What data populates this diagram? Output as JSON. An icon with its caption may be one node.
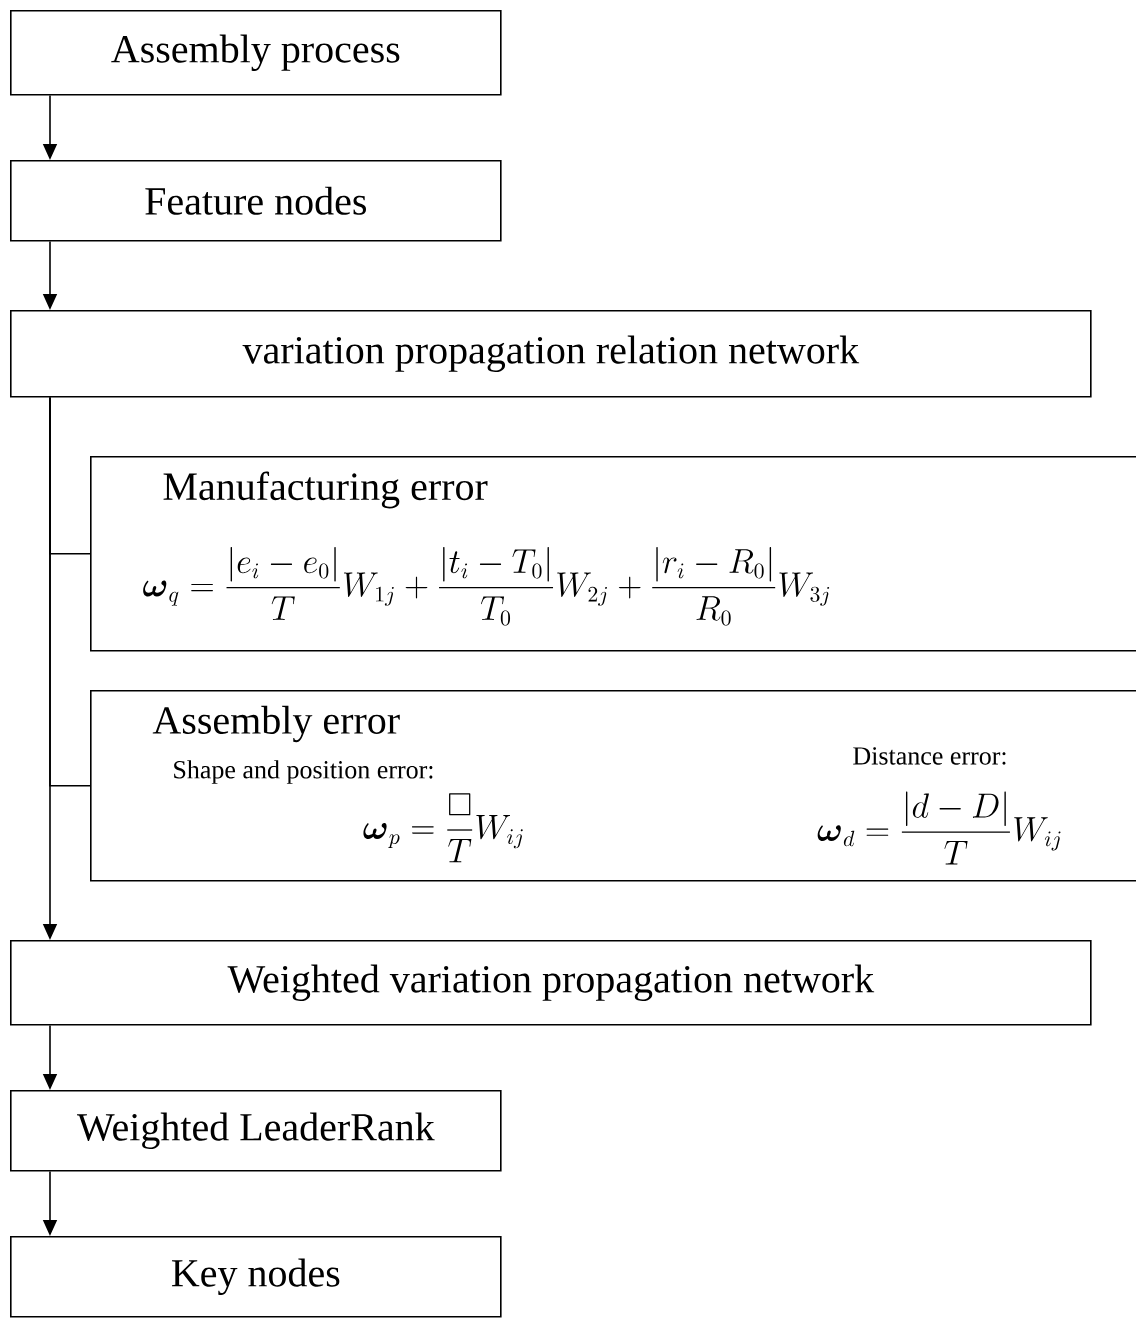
{
  "diagram": {
    "nodes": [
      {
        "text": [
          "Assembly process"
        ]
      },
      {
        "text": [
          "Feature nodes"
        ]
      },
      {
        "text": [
          "variation propagation relation network"
        ]
      },
      {
        "text": [
          "Manufacturing error",
          "\\boldsymbol{\\omega}_q = \\frac{\\left|e_i - e_0\\right|}{T} W_{1j} + \\frac{\\left|t_i - T_0\\right|}{T_0} W_{2j} + \\frac{\\left|r_i - R_0\\right|}{R_0} W_{3j}"
        ]
      },
      {
        "text": [
          "Assembly error",
          "Shape and position error:",
          "\\boldsymbol{\\omega}_p = \\frac{\\square}{T} W_{ij}",
          "Distance error:",
          "\\boldsymbol{\\omega}_d = \\frac{\\left|d - D\\right|}{T} W_{ij}"
        ]
      },
      {
        "text": [
          "Weighted variation propagation network"
        ]
      },
      {
        "text": [
          "Weighted LeaderRank"
        ]
      },
      {
        "text": [
          "Key nodes"
        ]
      }
    ],
    "edges": [
      {
        "from": 0,
        "to": 1,
        "arrow": "to"
      },
      {
        "from": 1,
        "to": 2,
        "arrow": "to"
      },
      {
        "from": 2,
        "to": 3,
        "arrow": "none"
      },
      {
        "from": 2,
        "to": 4,
        "arrow": "none"
      },
      {
        "from": 2,
        "to": 5,
        "arrow": "to"
      },
      {
        "from": 5,
        "to": 6,
        "arrow": "to"
      },
      {
        "from": 6,
        "to": 7,
        "arrow": "to"
      }
    ]
  }
}
